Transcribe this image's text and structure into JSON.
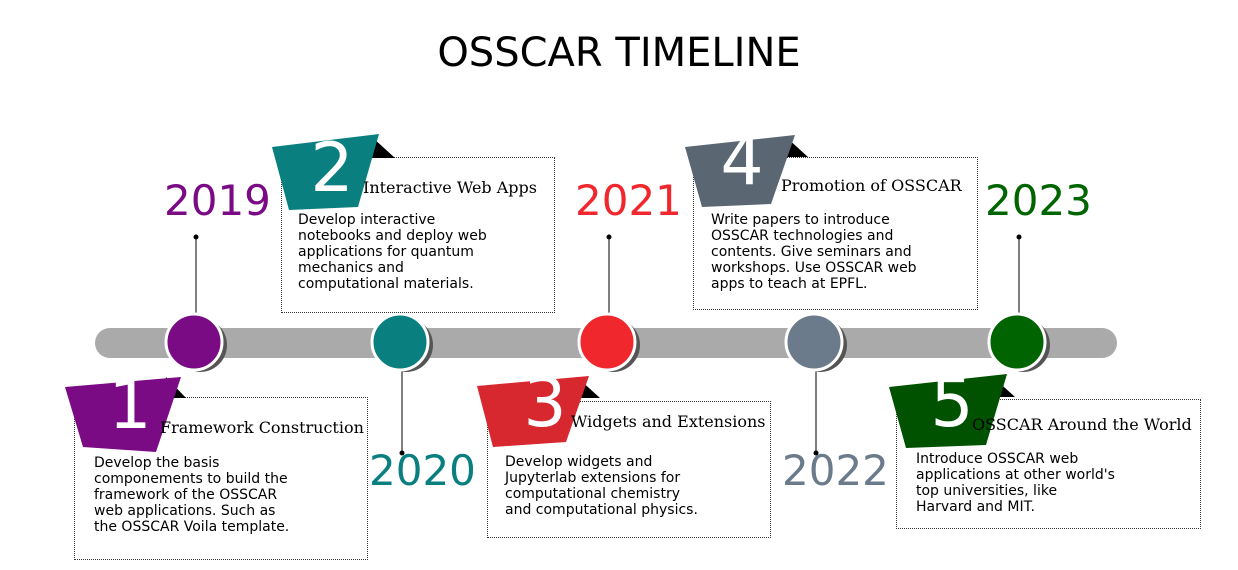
{
  "title": "OSSCAR TIMELINE",
  "colors": {
    "purple": "#7b0a85",
    "teal": "#0a7f80",
    "red": "#f0282e",
    "slate": "#6c7b8b",
    "green": "#006400",
    "bar": "#aaaaaa"
  },
  "years": [
    "2019",
    "2020",
    "2021",
    "2022",
    "2023"
  ],
  "milestones": [
    {
      "number": "1",
      "heading": "Framework Construction",
      "description": "Develop the basis\ncomponements to build the\nframework of the OSSCAR\nweb applications. Such as\nthe OSSCAR Voila template."
    },
    {
      "number": "2",
      "heading": "Interactive Web Apps",
      "description": " Develop interactive\nnotebooks and deploy web\napplications for quantum\nmechanics and\ncomputational materials."
    },
    {
      "number": "3",
      "heading": "Widgets and Extensions",
      "description": " Develop widgets and\nJupyterlab extensions for\ncomputational chemistry\nand computational physics."
    },
    {
      "number": "4",
      "heading": "Promotion of OSSCAR",
      "description": "Write papers to introduce\nOSSCAR technologies and\ncontents. Give seminars and\nworkshops. Use OSSCAR web\napps to teach at EPFL."
    },
    {
      "number": "5",
      "heading": "OSSCAR Around the World",
      "description": " Introduce OSSCAR web\napplications at other world's\ntop universities, like\nHarvard and MIT."
    }
  ]
}
